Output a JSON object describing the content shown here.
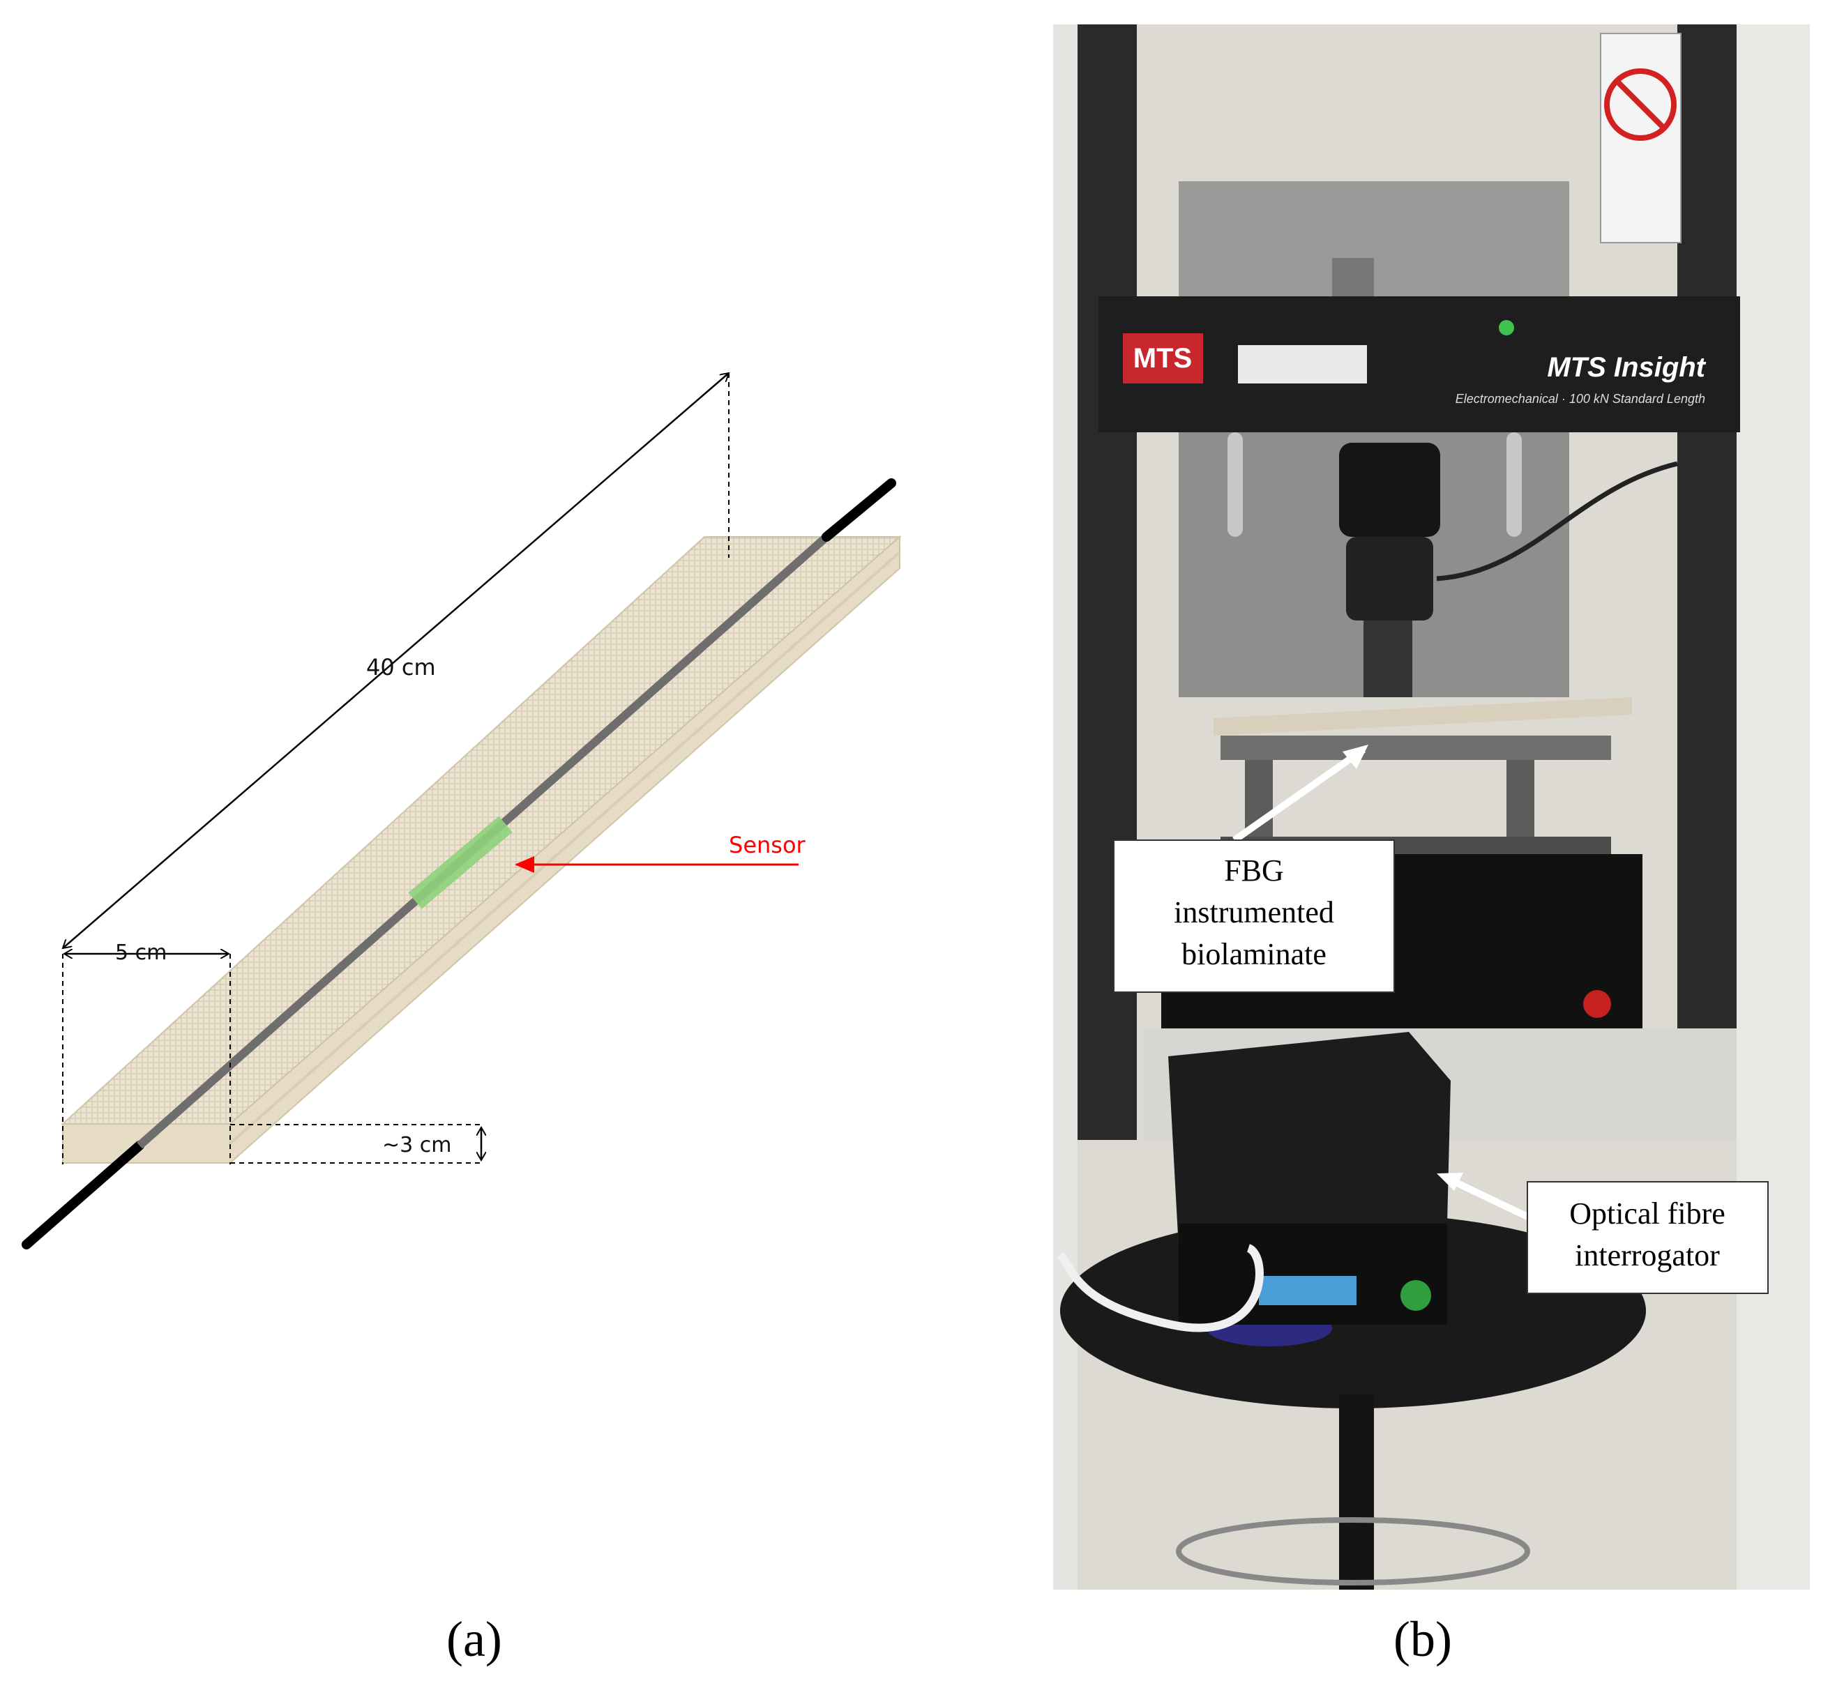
{
  "panel_a": {
    "label_length": "40 cm",
    "label_grip": "5 cm",
    "label_width": "~3 cm",
    "label_sensor": "Sensor",
    "caption": "(a)",
    "colors": {
      "laminate": "#ece4d2",
      "laminate_texture": "#d7cbb1",
      "fiber_outer": "#000000",
      "fiber_inner": "#6e6e6e",
      "sensor": "#8fd17a",
      "sensor_arrow": "#ff0000"
    }
  },
  "panel_b": {
    "machine_brand": "MTS",
    "machine_model": "MTS Insight",
    "machine_subtitle": "Electromechanical · 100 kN Standard Length",
    "callout_specimen_line1": "FBG",
    "callout_specimen_line2": "instrumented",
    "callout_specimen_line3": "biolaminate",
    "callout_interrogator_line1": "Optical fibre",
    "callout_interrogator_line2": "interrogator",
    "caption": "(b)"
  }
}
